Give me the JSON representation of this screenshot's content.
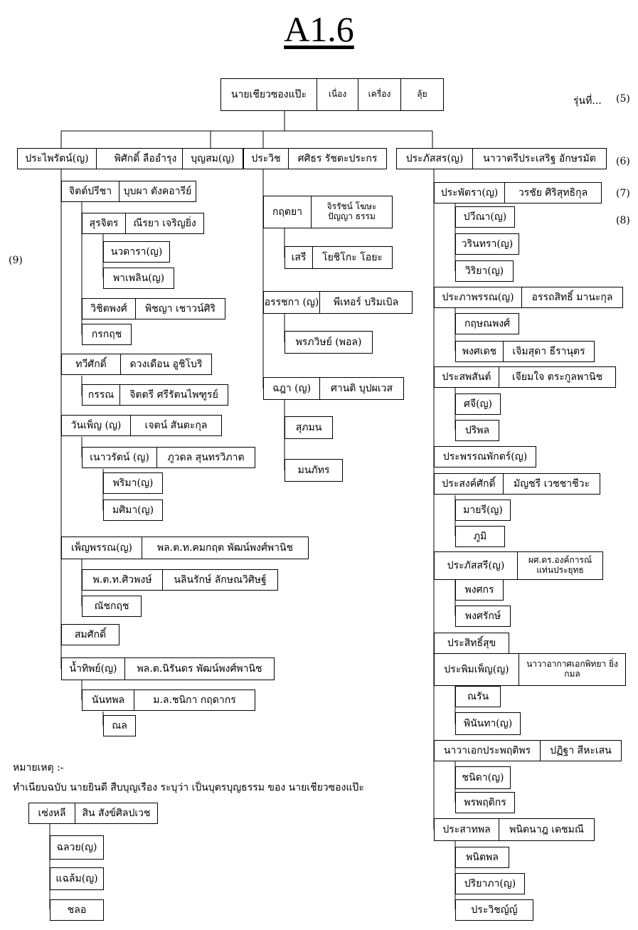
{
  "title": "A1.6",
  "generation_label": "รุ่นที่...",
  "generations": [
    "(5)",
    "(6)",
    "(7)",
    "(8)",
    "(9)"
  ],
  "notes": {
    "heading": "หมายเหตุ :-",
    "text": "ทำเนียบฉบับ นายยินดี สืบบุญเรือง ระบุว่า เป็นบุตรบุญธรรม ของ นายเชียวซองแป๊ะ"
  },
  "boxes": {
    "root": [
      "นายเชียวซองแป๊ะ",
      "เนื่อง",
      "เครื่อง",
      "ลุ้ย"
    ],
    "c1": [
      "ประไพรัตน์(ญ)",
      "พิศักดิ์ ลืออำรุง"
    ],
    "c2": [
      "บุญสม(ญ)"
    ],
    "c3": [
      "ประวิช",
      "ศศิธร รัชตะประกร"
    ],
    "c4": [
      "ประภัสสร(ญ)",
      "นาวาตรีประเสริฐ อักษรมัต"
    ],
    "a1": [
      "จิตต์ปรีชา",
      "บุบผา ตังคอารีย์"
    ],
    "a1a": [
      "สุรจิตร",
      "ณีรยา เจริญยิ่ง"
    ],
    "a1a1": [
      "นวดารา(ญ)"
    ],
    "a1a2": [
      "พาเพลิน(ญ)"
    ],
    "a1b": [
      "วิชิตพงศ์",
      "พิชญา เชาวน์ศิริ"
    ],
    "a1c": [
      "กรกฤช"
    ],
    "a2": [
      "ทวีศักดิ์",
      "ดวงเดือน อูชิโบริ"
    ],
    "a2a": [
      "กรรณ",
      "จิตตรี ศรีรัตนไพฑูรย์"
    ],
    "a3": [
      "วันเพ็ญ (ญ)",
      "เจตน์ สันตะกุล"
    ],
    "a3a": [
      "เนาวรัตน์ (ญ)",
      "ภูวดล สุนทรวิภาต"
    ],
    "a3a1": [
      "พริมา(ญ)"
    ],
    "a3a2": [
      "มศิมา(ญ)"
    ],
    "a4": [
      "เพ็ญพรรณ(ญ)",
      "พล.ต.ท.คมกฤต พัฒน์พงศ์พานิช"
    ],
    "a4a": [
      "พ.ต.ท.ศิวพงษ์",
      "นลินรักษ์ ลักษณวิศิษฐ์"
    ],
    "a4b": [
      "ณัชกฤช"
    ],
    "a5": [
      "สมศักดิ์"
    ],
    "a6": [
      "น้ำทิพย์(ญ)",
      "พล.ต.นิรันดร พัฒน์พงศ์พานิช"
    ],
    "a6a": [
      "นันทพล",
      "ม.ล.ชนิกา กฤดากร"
    ],
    "a6a1": [
      "ณล"
    ],
    "b1": [
      "กฤตยา",
      "จิรรัชน์ โฆษะปัญญา ธรรม"
    ],
    "b1a": [
      "เสรี",
      "โยชิโกะ โอยะ"
    ],
    "b2": [
      "อรรชกา (ญ)",
      "พีเทอร์ บริมเบิล"
    ],
    "b2a": [
      "พรภวิษย์ (พอล)"
    ],
    "b3": [
      "ฉฎา (ญ)",
      "ศานติ บุปผเวส"
    ],
    "b3a": [
      "สุภมน"
    ],
    "b3b": [
      "มนภัทร"
    ],
    "d1": [
      "ประพัตรา(ญ)",
      "วรชัย ศิริสุทธิกุล"
    ],
    "d1a": [
      "ปวีณา(ญ)"
    ],
    "d1b": [
      "วรินทรา(ญ)"
    ],
    "d1c": [
      "วิริยา(ญ)"
    ],
    "d2": [
      "ประภาพรรณ(ญ)",
      "อรรถสิทธิ์ มานะกุล"
    ],
    "d2a": [
      "กฤษณพงศ์"
    ],
    "d2b": [
      "พงศเดช",
      "เจิมสุดา ธีรานุตร"
    ],
    "d3": [
      "ประสพสันต์",
      "เจียมใจ ตระกูลพานิช"
    ],
    "d3a": [
      "ศจี(ญ)"
    ],
    "d3b": [
      "ปริพล"
    ],
    "d4": [
      "ประพรรณพักตร์(ญ)"
    ],
    "d5": [
      "ประสงค์ศักดิ์",
      "มัญชรี เวชชาชีวะ"
    ],
    "d5a": [
      "มายรี(ญ)"
    ],
    "d5b": [
      "ภูมิ"
    ],
    "d6": [
      "ประภัสสรี(ญ)",
      "ผศ.ดร.องค์การณ์ แท่นประยุทธ"
    ],
    "d6a": [
      "พงศกร"
    ],
    "d6b": [
      "พงศรักษ์"
    ],
    "d7": [
      "ประสิทธิ์สุข"
    ],
    "d8": [
      "ประพิมเพ็ญ(ญ)",
      "นาวาอากาศเอกพิทยา ยิ่งกมล"
    ],
    "d8a": [
      "ณรัน"
    ],
    "d8b": [
      "พินันทา(ญ)"
    ],
    "d9": [
      "นาวาเอกประพฤติพร",
      "ปฏิฐา สีหะเสน"
    ],
    "d9a": [
      "ชนิดา(ญ)"
    ],
    "d9b": [
      "พรพฤติกร"
    ],
    "d10": [
      "ประสาทพล",
      "พนิตนาฎ เดชมณี"
    ],
    "d10a": [
      "พนิตพล"
    ],
    "d10b": [
      "ปริยาภา(ญ)"
    ],
    "d10c": [
      "ประวิชญ์ญ์"
    ],
    "n1": [
      "เซ่งหลี",
      "สิน สังข์ศิลปเวช"
    ],
    "n1a": [
      "ฉลวย(ญ)"
    ],
    "n1b": [
      "แฉล้ม(ญ)"
    ],
    "n1c": [
      "ชลอ"
    ]
  }
}
